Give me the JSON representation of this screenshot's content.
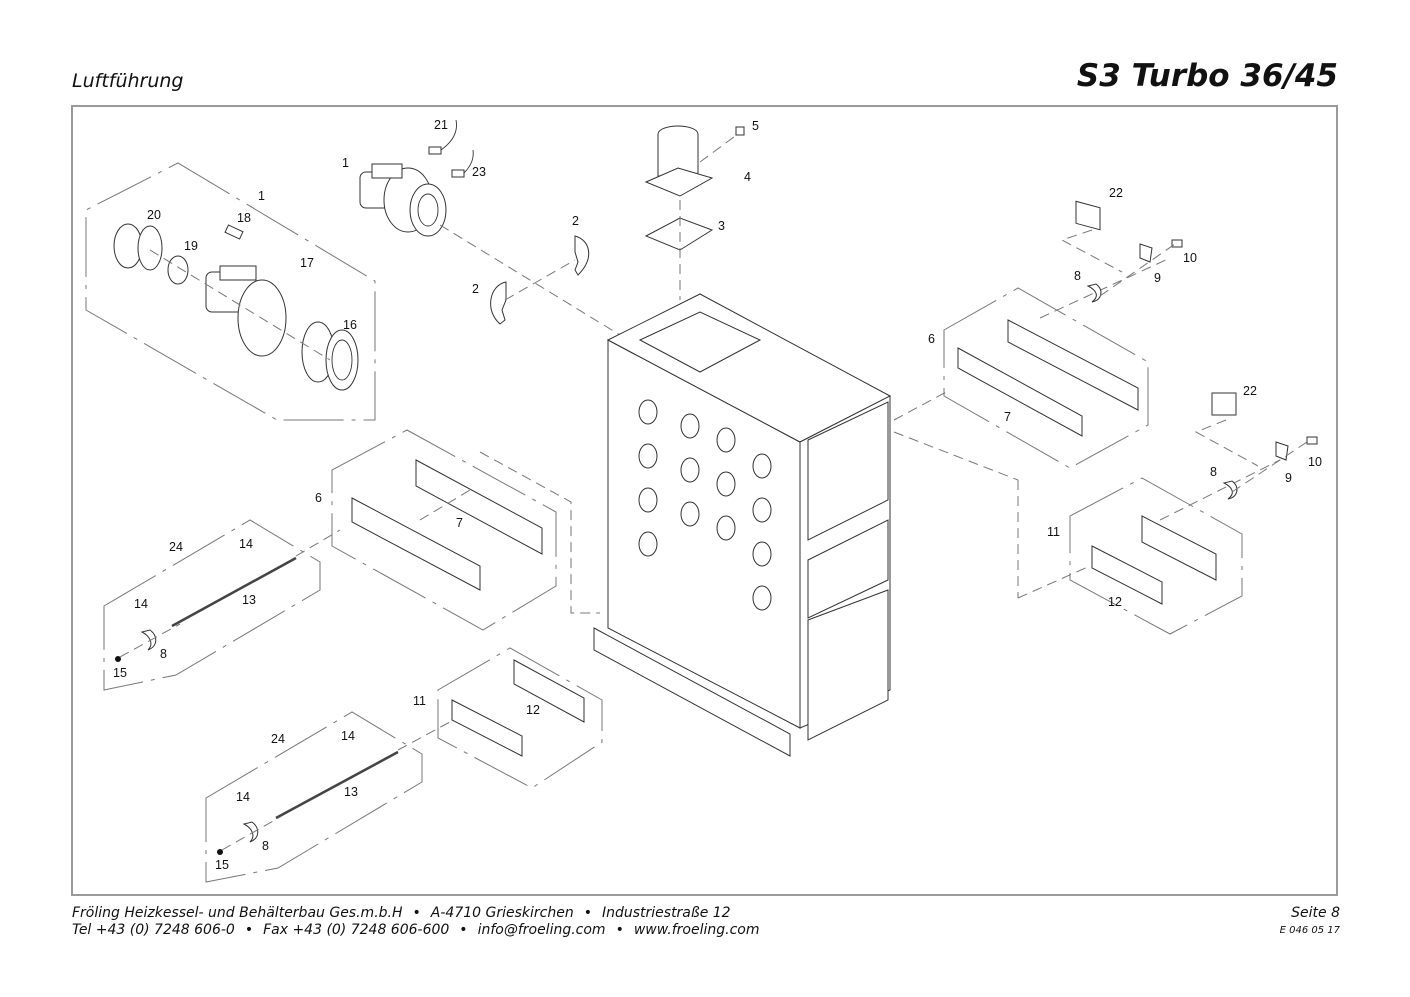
{
  "header": {
    "section_title": "Luftführung",
    "model_title": "S3 Turbo 36/45"
  },
  "diagram": {
    "description": "Exploded parts view - air ducting",
    "part_labels": [
      {
        "id": "lbl-21",
        "text": "21"
      },
      {
        "id": "lbl-1a",
        "text": "1"
      },
      {
        "id": "lbl-23",
        "text": "23"
      },
      {
        "id": "lbl-5",
        "text": "5"
      },
      {
        "id": "lbl-4",
        "text": "4"
      },
      {
        "id": "lbl-3",
        "text": "3"
      },
      {
        "id": "lbl-1b",
        "text": "1"
      },
      {
        "id": "lbl-20",
        "text": "20"
      },
      {
        "id": "lbl-18",
        "text": "18"
      },
      {
        "id": "lbl-19",
        "text": "19"
      },
      {
        "id": "lbl-17",
        "text": "17"
      },
      {
        "id": "lbl-16",
        "text": "16"
      },
      {
        "id": "lbl-2a",
        "text": "2"
      },
      {
        "id": "lbl-2b",
        "text": "2"
      },
      {
        "id": "lbl-22a",
        "text": "22"
      },
      {
        "id": "lbl-10a",
        "text": "10"
      },
      {
        "id": "lbl-9a",
        "text": "9"
      },
      {
        "id": "lbl-8a",
        "text": "8"
      },
      {
        "id": "lbl-6a",
        "text": "6"
      },
      {
        "id": "lbl-7a",
        "text": "7"
      },
      {
        "id": "lbl-22b",
        "text": "22"
      },
      {
        "id": "lbl-10b",
        "text": "10"
      },
      {
        "id": "lbl-9b",
        "text": "9"
      },
      {
        "id": "lbl-8b",
        "text": "8"
      },
      {
        "id": "lbl-11a",
        "text": "11"
      },
      {
        "id": "lbl-12a",
        "text": "12"
      },
      {
        "id": "lbl-6b",
        "text": "6"
      },
      {
        "id": "lbl-7b",
        "text": "7"
      },
      {
        "id": "lbl-24a",
        "text": "24"
      },
      {
        "id": "lbl-14a",
        "text": "14"
      },
      {
        "id": "lbl-14b",
        "text": "14"
      },
      {
        "id": "lbl-13a",
        "text": "13"
      },
      {
        "id": "lbl-8c",
        "text": "8"
      },
      {
        "id": "lbl-15a",
        "text": "15"
      },
      {
        "id": "lbl-11b",
        "text": "11"
      },
      {
        "id": "lbl-12b",
        "text": "12"
      },
      {
        "id": "lbl-24b",
        "text": "24"
      },
      {
        "id": "lbl-14c",
        "text": "14"
      },
      {
        "id": "lbl-14d",
        "text": "14"
      },
      {
        "id": "lbl-13b",
        "text": "13"
      },
      {
        "id": "lbl-8d",
        "text": "8"
      },
      {
        "id": "lbl-15b",
        "text": "15"
      }
    ]
  },
  "footer": {
    "company": "Fröling Heizkessel- und Behälterbau Ges.m.b.H",
    "city": "A-4710 Grieskirchen",
    "street": "Industriestraße 12",
    "tel": "Tel +43 (0) 7248 606-0",
    "fax": "Fax +43 (0) 7248 606-600",
    "email": "info@froeling.com",
    "web": "www.froeling.com",
    "bullet": "•",
    "page": "Seite 8",
    "doc_code": "E 046 05 17"
  }
}
